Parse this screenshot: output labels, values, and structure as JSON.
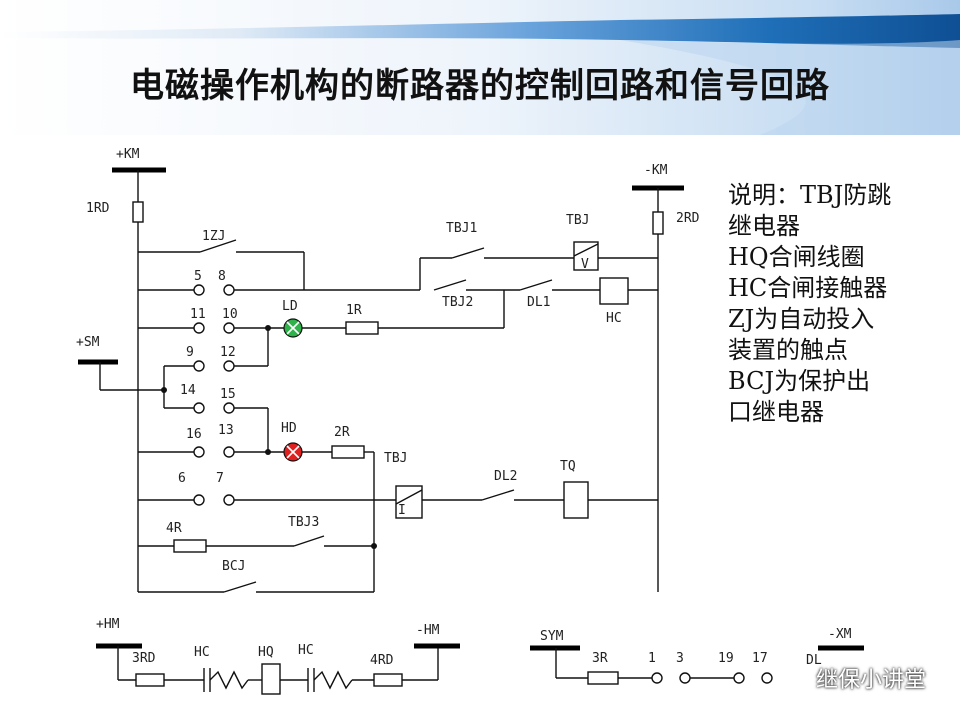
{
  "title": "电磁操作机构的断路器的控制回路和信号回路",
  "notes": [
    "说明：TBJ防跳继电器",
    "HQ合闸线圈",
    "HC合闸接触器",
    "ZJ为自动投入装置的触点",
    "BCJ为保护出口继电器"
  ],
  "watermark": "继保小讲堂",
  "labels": {
    "km_plus": "+KM",
    "km_minus": "-KM",
    "rd1": "1RD",
    "rd2": "2RD",
    "zj1": "1ZJ",
    "tbj": "TBJ",
    "tbj1": "TBJ1",
    "tbj2": "TBJ2",
    "tbj3": "TBJ3",
    "tbj_coil_v": "V",
    "tbj_coil_i": "I",
    "dl1": "DL1",
    "dl2": "DL2",
    "hc": "HC",
    "tq": "TQ",
    "sm_plus": "+SM",
    "ld": "LD",
    "hd": "HD",
    "r1": "1R",
    "r2": "2R",
    "r4": "4R",
    "bcj": "BCJ",
    "n5": "5",
    "n8": "8",
    "n11": "11",
    "n10": "10",
    "n9": "9",
    "n12": "12",
    "n14": "14",
    "n15": "15",
    "n16": "16",
    "n13": "13",
    "n6": "6",
    "n7": "7",
    "hm_plus": "+HM",
    "hm_minus": "-HM",
    "rd3": "3RD",
    "hc_a": "HC",
    "hq": "HQ",
    "hc_b": "HC",
    "rd4": "4RD",
    "sym": "SYM",
    "xm_minus": "-XM",
    "r3": "3R",
    "n1": "1",
    "n3": "3",
    "n19": "19",
    "n17": "17",
    "dl": "DL"
  },
  "colors": {
    "green_lamp": "#2fb24a",
    "red_lamp": "#e02020",
    "title_bar": "#1f6fb8"
  }
}
